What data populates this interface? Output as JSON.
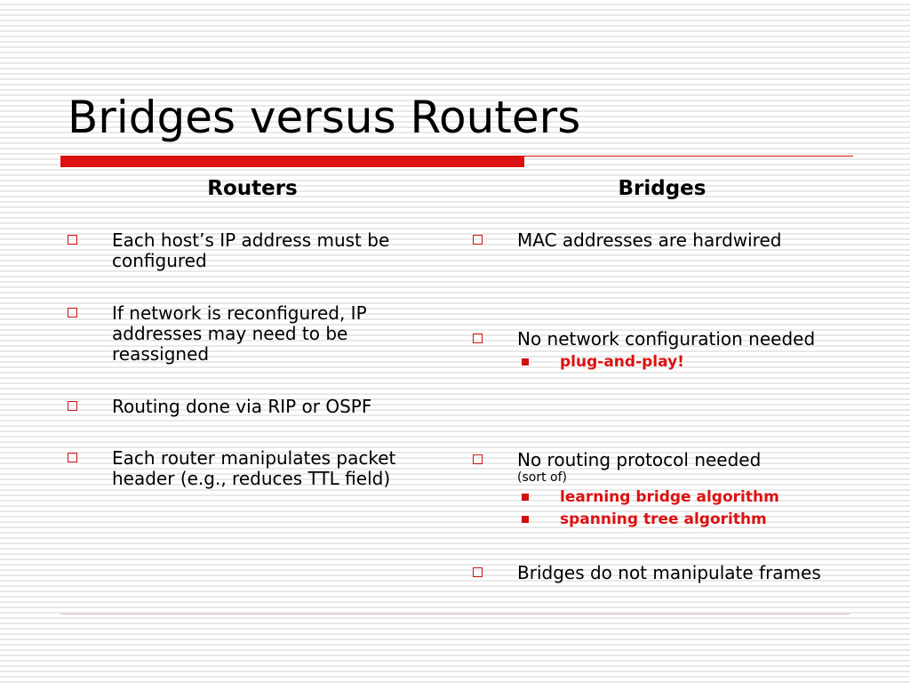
{
  "slide": {
    "title": "Bridges versus Routers",
    "accent_color": "#dd1111"
  },
  "routers": {
    "heading": "Routers",
    "items": [
      {
        "text": "Each host’s IP address must be configured"
      },
      {
        "text": "If network is reconfigured, IP addresses may need to be reassigned"
      },
      {
        "text": "Routing done via RIP or OSPF"
      },
      {
        "text": "Each router manipulates packet header (e.g., reduces TTL field)"
      }
    ]
  },
  "bridges": {
    "heading": "Bridges",
    "items": [
      {
        "text": "MAC  addresses are hardwired"
      },
      {
        "text": "No network  configuration needed",
        "subs": [
          "plug-and-play!"
        ]
      },
      {
        "text": "No routing protocol needed",
        "note": "(sort of)",
        "subs": [
          "learning bridge algorithm",
          "spanning tree algorithm"
        ]
      },
      {
        "text": "Bridges do not manipulate frames"
      }
    ]
  },
  "icons": {
    "bullet": "hollow-square-icon",
    "sub_bullet": "filled-square-icon"
  }
}
